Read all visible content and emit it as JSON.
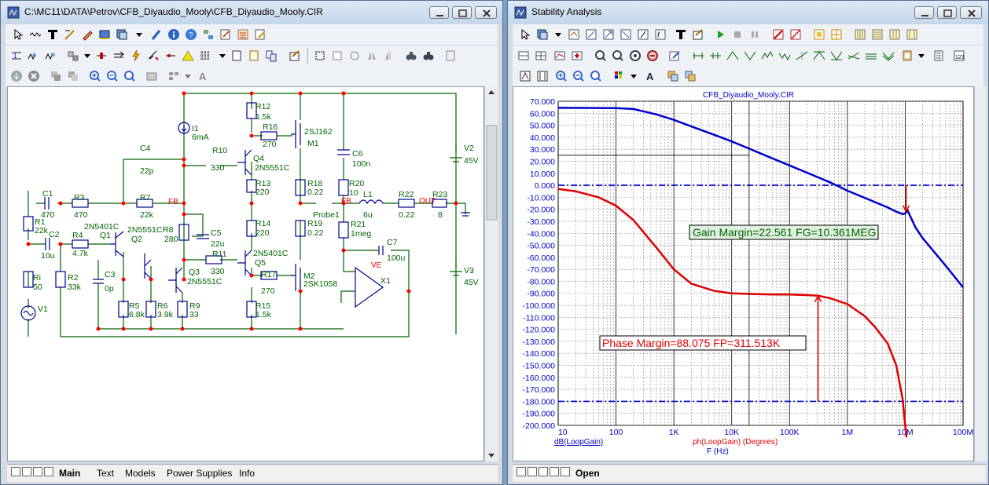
{
  "left_window": {
    "title": "C:\\MC11\\DATA\\Petrov\\CFB_Diyaudio_Mooly\\CFB_Diyaudio_Mooly.CIR",
    "tabs": [
      "Main",
      "Text",
      "Models",
      "Power Supplies",
      "Info"
    ],
    "active_tab": "Main",
    "schematic": {
      "labels": {
        "c4": "C4",
        "c4v": "22p",
        "r10": "R10",
        "r10v": "330",
        "i1": "I1",
        "i1v": "6mA",
        "r12": "R12",
        "r12v": "1.5k",
        "r16": "R16",
        "r16v": "270",
        "sj": "2SJ162",
        "m1": "M1",
        "q4": "Q4",
        "q4m": "2N5551C",
        "r13": "R13",
        "r13v": "220",
        "r18": "R18",
        "r18v": "0.22",
        "c1": "C1",
        "c1v": "470",
        "r3": "R3",
        "r3v": "470",
        "r7": "R7",
        "r7v": "22k",
        "fb": "FB",
        "r1": "R1",
        "r1v": "22k",
        "c2": "C2",
        "c2v": "10u",
        "r4": "R4",
        "r4v": "4.7k",
        "q1m": "2N5401C",
        "q1": "Q1",
        "q2m": "2N5551C",
        "r8": "R8",
        "r8v": "280",
        "q2": "Q2",
        "c5": "C5",
        "c5v": "22u",
        "r14": "R14",
        "r14v": "220",
        "r19": "R19",
        "r19v": "0.22",
        "r11": "R11",
        "r11v": "330",
        "q5m": "2N5401C",
        "q5": "Q5",
        "m2": "M2",
        "m2m": "2SK1058",
        "ri": "Ri",
        "riv": "50",
        "v1": "V1",
        "r2": "R2",
        "r2v": "33k",
        "c3": "C3",
        "c3v": "0p",
        "q3": "Q3",
        "q3m": "2N5551C",
        "r17": "R17",
        "r17v": "270",
        "r5": "R5",
        "r5v": "6.8k",
        "r6": "R6",
        "r6v": "3.9k",
        "r9": "R9",
        "r9v": "33",
        "r15": "R15",
        "r15v": "1.5k",
        "c6": "C6",
        "c6v": "100n",
        "r20": "R20",
        "r20v": "10",
        "probe": "Probe1",
        "l1": "L1",
        "l1v": "6u",
        "r22": "R22",
        "r22v": "0.22",
        "out": "OUT",
        "r23": "R23",
        "r23v": "8",
        "v2": "V2",
        "v2v": "45V",
        "v3": "V3",
        "v3v": "45V",
        "r21": "R21",
        "r21v": "1meg",
        "c7": "C7",
        "c7v": "100u",
        "ve": "VE",
        "x1": "X1"
      }
    }
  },
  "right_window": {
    "title": "Stability Analysis",
    "tabs": [
      "Open"
    ],
    "active_tab": "Open",
    "plot_title": "CFB_Diyaudio_Mooly.CIR",
    "gain_margin_label": "Gain Margin=22.561 FG=10.361MEG",
    "phase_margin_label": "Phase Margin=88.075 FP=311.513K",
    "x_trace1_label": "dB(LoopGain)",
    "x_trace2_label": "ph(LoopGain) (Degrees)",
    "x_axis_label": "F (Hz)",
    "colors": {
      "gain": "#0000d0",
      "phase": "#e00000",
      "gain_label_bg": "#e0f0e0"
    }
  },
  "chart_data": {
    "type": "line",
    "title": "CFB_Diyaudio_Mooly.CIR",
    "xlabel": "F (Hz)",
    "x_scale": "log",
    "xlim": [
      10,
      100000000
    ],
    "ylim": [
      -200,
      70
    ],
    "x_tick_labels": [
      "10",
      "100",
      "1K",
      "10K",
      "100K",
      "1M",
      "10M",
      "100M"
    ],
    "y_tick_labels": [
      "70.000",
      "60.000",
      "50.000",
      "40.000",
      "30.000",
      "20.000",
      "10.000",
      "0.000",
      "-10.000",
      "-20.000",
      "-30.000",
      "-40.000",
      "-50.000",
      "-60.000",
      "-70.000",
      "-80.000",
      "-90.000",
      "-100.000",
      "-110.000",
      "-120.000",
      "-130.000",
      "-140.000",
      "-150.000",
      "-160.000",
      "-170.000",
      "-180.000",
      "-190.000",
      "-200.000"
    ],
    "grid": true,
    "series": [
      {
        "name": "dB(LoopGain)",
        "x": [
          10,
          100,
          200,
          500,
          1000,
          2000,
          5000,
          10000,
          20000,
          50000,
          100000,
          200000,
          500000,
          1000000,
          2000000,
          5000000,
          7000000,
          9000000,
          10000000,
          11000000,
          12000000,
          15000000,
          20000000,
          50000000,
          100000000
        ],
        "y": [
          64.5,
          64.3,
          63.5,
          59,
          54.5,
          49,
          42,
          36.5,
          30.5,
          22.5,
          16.5,
          10.5,
          2.5,
          -4.5,
          -10.5,
          -18.5,
          -22,
          -24,
          -23.5,
          -21,
          -25,
          -35,
          -44,
          -67,
          -85
        ]
      },
      {
        "name": "ph(LoopGain) (Degrees)",
        "x": [
          10,
          20,
          50,
          100,
          200,
          500,
          1000,
          2000,
          5000,
          10000,
          20000,
          50000,
          100000,
          200000,
          311513,
          500000,
          1000000,
          2000000,
          3000000,
          5000000,
          7000000,
          9000000,
          10000000,
          10500000
        ],
        "y": [
          -3,
          -5,
          -10,
          -17,
          -29,
          -52,
          -70,
          -82,
          -88,
          -90,
          -90.5,
          -91,
          -91,
          -91.5,
          -92,
          -94,
          -99,
          -109,
          -118,
          -132,
          -150,
          -178,
          -200,
          -210
        ]
      }
    ],
    "reference_lines": [
      0,
      -180
    ],
    "markers": {
      "gain_margin_freq": "10.361MEG",
      "phase_margin_freq": "311.513K"
    }
  }
}
